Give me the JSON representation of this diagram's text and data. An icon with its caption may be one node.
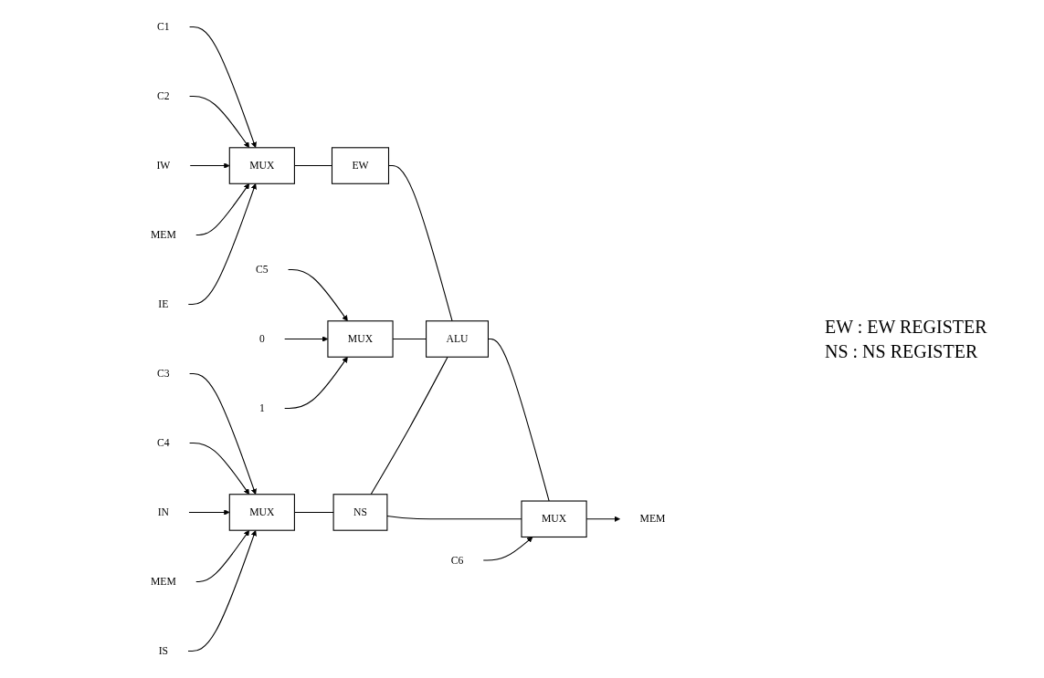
{
  "diagram": {
    "nodes": [
      {
        "text": [
          "C1"
        ]
      },
      {
        "text": [
          "C2"
        ]
      },
      {
        "text": [
          "IW"
        ]
      },
      {
        "text": [
          "MEM"
        ]
      },
      {
        "text": [
          "IE"
        ]
      },
      {
        "text": [
          "MUX"
        ]
      },
      {
        "text": [
          "EW"
        ]
      },
      {
        "text": [
          "ALU"
        ]
      },
      {
        "text": [
          "C6"
        ]
      },
      {
        "text": [
          "MUX"
        ]
      },
      {
        "text": [
          "MEM"
        ]
      },
      {
        "text": [
          "C5"
        ]
      },
      {
        "text": [
          "0"
        ]
      },
      {
        "text": [
          "1"
        ]
      },
      {
        "text": [
          "MUX"
        ]
      },
      {
        "text": [
          "C3"
        ]
      },
      {
        "text": [
          "C4"
        ]
      },
      {
        "text": [
          "IN"
        ]
      },
      {
        "text": [
          "MEM"
        ]
      },
      {
        "text": [
          "IS"
        ]
      },
      {
        "text": [
          "MUX"
        ]
      },
      {
        "text": [
          "NS"
        ]
      }
    ],
    "edges": [
      {
        "from": 0,
        "to": 5,
        "arrow": "to"
      },
      {
        "from": 1,
        "to": 5,
        "arrow": "to"
      },
      {
        "from": 2,
        "to": 5,
        "arrow": "to"
      },
      {
        "from": 3,
        "to": 5,
        "arrow": "to"
      },
      {
        "from": 4,
        "to": 5,
        "arrow": "to"
      },
      {
        "from": 5,
        "to": 6,
        "arrow": "none"
      },
      {
        "from": 6,
        "to": 7,
        "arrow": "none"
      },
      {
        "from": 14,
        "to": 7,
        "arrow": "none"
      },
      {
        "from": 21,
        "to": 7,
        "arrow": "none"
      },
      {
        "from": 7,
        "to": 9,
        "arrow": "none"
      },
      {
        "from": 21,
        "to": 9,
        "arrow": "none"
      },
      {
        "from": 8,
        "to": 9,
        "arrow": "to"
      },
      {
        "from": 9,
        "to": 10,
        "arrow": "to"
      },
      {
        "from": 11,
        "to": 14,
        "arrow": "to"
      },
      {
        "from": 12,
        "to": 14,
        "arrow": "to"
      },
      {
        "from": 13,
        "to": 14,
        "arrow": "to"
      },
      {
        "from": 15,
        "to": 20,
        "arrow": "to"
      },
      {
        "from": 16,
        "to": 20,
        "arrow": "to"
      },
      {
        "from": 17,
        "to": 20,
        "arrow": "to"
      },
      {
        "from": 18,
        "to": 20,
        "arrow": "to"
      },
      {
        "from": 19,
        "to": 20,
        "arrow": "to"
      },
      {
        "from": 20,
        "to": 21,
        "arrow": "none"
      }
    ],
    "labels": [
      "EW : EW REGISTER",
      "NS : NS REGISTER"
    ]
  }
}
